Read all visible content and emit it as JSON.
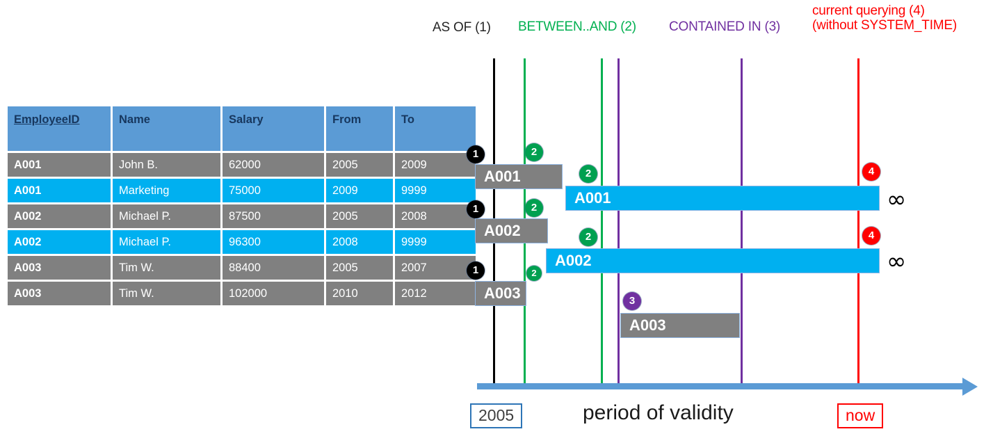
{
  "table": {
    "columns": [
      "EmployeeID",
      "Name",
      "Salary",
      "From",
      "To"
    ],
    "rows": [
      {
        "style": "gray",
        "EmployeeID": "A001",
        "Name": "John  B.",
        "Salary": "62000",
        "From": "2005",
        "To": "2009"
      },
      {
        "style": "cyan",
        "EmployeeID": "A001",
        "Name": "Marketing",
        "Salary": "75000",
        "From": "2009",
        "To": "9999"
      },
      {
        "style": "gray",
        "EmployeeID": "A002",
        "Name": "Michael P.",
        "Salary": "87500",
        "From": "2005",
        "To": "2008"
      },
      {
        "style": "cyan",
        "EmployeeID": "A002",
        "Name": "Michael P.",
        "Salary": "96300",
        "From": "2008",
        "To": "9999"
      },
      {
        "style": "gray",
        "EmployeeID": "A003",
        "Name": "Tim W.",
        "Salary": "88400",
        "From": "2005",
        "To": "2007"
      },
      {
        "style": "gray",
        "EmployeeID": "A003",
        "Name": "Tim W.",
        "Salary": "102000",
        "From": "2010",
        "To": "2012"
      }
    ]
  },
  "legend": {
    "as_of": "AS OF (1)",
    "between_and": "BETWEEN..AND (2)",
    "contained_in": "CONTAINED IN (3)",
    "current_line1": "current querying (4)",
    "current_line2": "(without SYSTEM_TIME)"
  },
  "colors": {
    "as_of": "#000000",
    "between_and": "#00b050",
    "contained_in": "#7030a0",
    "current": "#ff0000",
    "bar_historic": "#808080",
    "bar_current": "#00b0f0",
    "axis": "#5b9bd5",
    "header": "#5b9bd5",
    "header_text": "#17375e"
  },
  "timeline": {
    "bars": [
      {
        "label": "A001",
        "style": "gray"
      },
      {
        "label": "A001",
        "style": "cyan"
      },
      {
        "label": "A002",
        "style": "gray"
      },
      {
        "label": "A002",
        "style": "cyan"
      },
      {
        "label": "A003",
        "style": "gray"
      },
      {
        "label": "A003",
        "style": "gray"
      }
    ],
    "markers": [
      "1",
      "2",
      "2",
      "1",
      "2",
      "2",
      "1",
      "2",
      "3",
      "4",
      "4"
    ],
    "infinity_symbol": "∞",
    "axis_start_label": "2005",
    "axis_end_label": "now",
    "axis_title": "period of validity"
  }
}
